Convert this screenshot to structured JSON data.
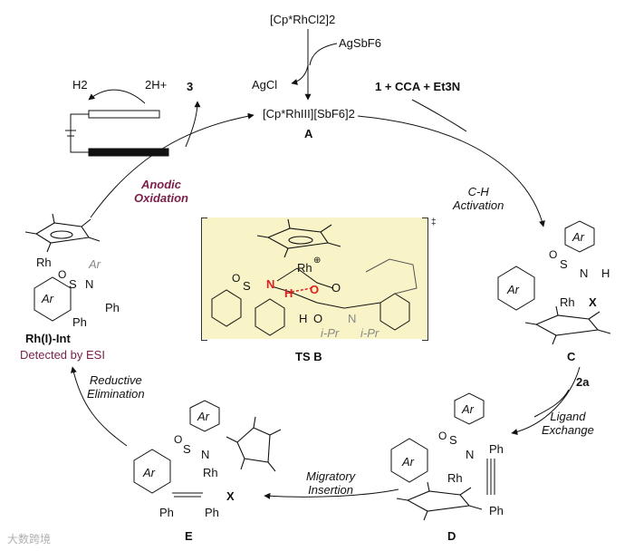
{
  "top": {
    "precatalyst": "[Cp*RhCl2]2",
    "silver": "AgSbF6",
    "agcl": "AgCl",
    "active": "[Cp*RhIII][SbF6]2",
    "active_label": "A"
  },
  "reagents_top_right": "1 + CCA + Et3N",
  "product_label": "3",
  "electrolysis": {
    "h2": "H2",
    "protons": "2H+"
  },
  "steps": {
    "ch_activation": "C-H\nActivation",
    "ligand_exchange": "Ligand\nExchange",
    "migratory_insertion": "Migratory\nInsertion",
    "reductive_elimination": "Reductive\nElimination",
    "anodic_oxidation": "Anodic\nOxidation",
    "alkyne_label": "2a"
  },
  "intermediates": {
    "C": "C",
    "D": "D",
    "E": "E",
    "TS": "TS B",
    "rh_int": "Rh(I)-Int",
    "detected": "Detected by ESI"
  },
  "atoms": {
    "ar": "Ar",
    "rh": "Rh",
    "x": "X",
    "s": "S",
    "n": "N",
    "o": "O",
    "h": "H",
    "ph": "Ph",
    "ipr": "i-Pr"
  },
  "watermark": "大数跨境",
  "colors": {
    "maroon": "#7a1f4a",
    "ts_bg": "#f8f4c8",
    "red": "#e02020"
  }
}
